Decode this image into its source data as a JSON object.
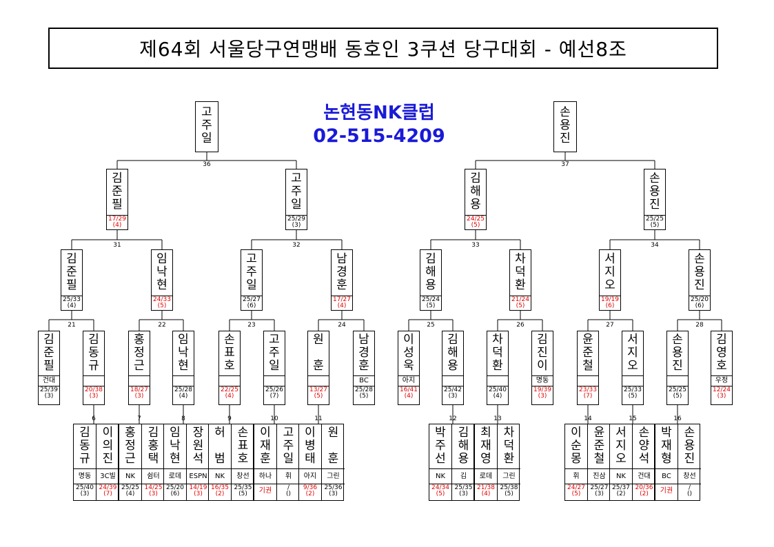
{
  "title": "제64회 서울당구연맹배 동호인 3쿠션 당구대회 - 예선8조",
  "club": {
    "name": "논현동NK클럽",
    "phone": "02-515-4209"
  },
  "match_numbers": [
    "36",
    "37",
    "31",
    "32",
    "33",
    "34",
    "21",
    "22",
    "23",
    "24",
    "25",
    "26",
    "27",
    "28",
    "6",
    "7",
    "8",
    "9",
    "10",
    "11",
    "12",
    "13",
    "14",
    "15",
    "16"
  ],
  "finals": [
    {
      "name": "고주일"
    },
    {
      "name": "손용진"
    }
  ],
  "semis": [
    {
      "name": "김준필",
      "score": "17/29",
      "rank": "(4)",
      "red": true
    },
    {
      "name": "고주일",
      "score": "25/29",
      "rank": "(3)",
      "red": false
    },
    {
      "name": "김해용",
      "score": "24/25",
      "rank": "(5)",
      "red": true
    },
    {
      "name": "손용진",
      "score": "25/25",
      "rank": "(5)",
      "red": false
    }
  ],
  "quarters": [
    {
      "name": "김준필",
      "score": "25/33",
      "rank": "(4)",
      "red": false
    },
    {
      "name": "임낙현",
      "score": "24/33",
      "rank": "(5)",
      "red": true
    },
    {
      "name": "고주일",
      "score": "25/27",
      "rank": "(6)",
      "red": false
    },
    {
      "name": "남경훈",
      "score": "17/27",
      "rank": "(4)",
      "red": true
    },
    {
      "name": "김해용",
      "score": "25/24",
      "rank": "(5)",
      "red": false
    },
    {
      "name": "차덕환",
      "score": "21/24",
      "rank": "(5)",
      "red": true
    },
    {
      "name": "서지오",
      "score": "19/19",
      "rank": "(6)",
      "red": true
    },
    {
      "name": "손용진",
      "score": "25/20",
      "rank": "(6)",
      "red": false
    }
  ],
  "round16": [
    {
      "name": "김준필",
      "club": "건대",
      "score": "25/39",
      "rank": "(3)",
      "red": false
    },
    {
      "name": "김동규",
      "club": "",
      "score": "20/38",
      "rank": "(3)",
      "red": true
    },
    {
      "name": "홍정근",
      "club": "",
      "score": "18/27",
      "rank": "(3)",
      "red": true
    },
    {
      "name": "임낙현",
      "club": "",
      "score": "25/28",
      "rank": "(4)",
      "red": false
    },
    {
      "name": "손표호",
      "club": "",
      "score": "22/25",
      "rank": "(4)",
      "red": true
    },
    {
      "name": "고주일",
      "club": "",
      "score": "25/26",
      "rank": "(7)",
      "red": false
    },
    {
      "name": "원 훈",
      "club": "",
      "score": "13/27",
      "rank": "(5)",
      "red": true
    },
    {
      "name": "남경훈",
      "club": "BC",
      "score": "25/28",
      "rank": "(5)",
      "red": false
    },
    {
      "name": "이성욱",
      "club": "아지",
      "score": "16/41",
      "rank": "(4)",
      "red": true
    },
    {
      "name": "김해용",
      "club": "",
      "score": "25/42",
      "rank": "(3)",
      "red": false
    },
    {
      "name": "차덕환",
      "club": "",
      "score": "25/40",
      "rank": "(4)",
      "red": false
    },
    {
      "name": "김진이",
      "club": "명동",
      "score": "19/39",
      "rank": "(3)",
      "red": true
    },
    {
      "name": "윤준철",
      "club": "",
      "score": "23/33",
      "rank": "(7)",
      "red": true
    },
    {
      "name": "서지오",
      "club": "",
      "score": "25/33",
      "rank": "(5)",
      "red": false
    },
    {
      "name": "손용진",
      "club": "",
      "score": "25/25",
      "rank": "(5)",
      "red": false
    },
    {
      "name": "김영호",
      "club": "우정",
      "score": "12/24",
      "rank": "(3)",
      "red": true
    }
  ],
  "first_round": [
    {
      "players": [
        {
          "name": "김동규",
          "club": "명동",
          "score": "25/40",
          "rank": "(3)",
          "red": false
        },
        {
          "name": "이의진",
          "club": "3C빌",
          "score": "24/39",
          "rank": "(7)",
          "red": true
        }
      ]
    },
    {
      "players": [
        {
          "name": "홍정근",
          "club": "NK",
          "score": "25/25",
          "rank": "(4)",
          "red": false
        },
        {
          "name": "김홍택",
          "club": "쉼터",
          "score": "14/25",
          "rank": "(3)",
          "red": true
        }
      ]
    },
    {
      "players": [
        {
          "name": "임낙현",
          "club": "로데",
          "score": "25/20",
          "rank": "(6)",
          "red": false
        },
        {
          "name": "장원석",
          "club": "ESPN",
          "score": "14/19",
          "rank": "(3)",
          "red": true
        }
      ]
    },
    {
      "players": [
        {
          "name": "허 범",
          "club": "NK",
          "score": "16/35",
          "rank": "(2)",
          "red": true
        },
        {
          "name": "손표호",
          "club": "창선",
          "score": "25/35",
          "rank": "(5)",
          "red": false
        }
      ]
    },
    {
      "players": [
        {
          "name": "이재훈",
          "club": "하나",
          "score": "기권",
          "rank": "",
          "red": true
        },
        {
          "name": "고주일",
          "club": "휘",
          "score": "/",
          "rank": "()",
          "red": false
        }
      ]
    },
    {
      "players": [
        {
          "name": "이병태",
          "club": "아지",
          "score": "9/36",
          "rank": "(2)",
          "red": true
        },
        {
          "name": "원 훈",
          "club": "그린",
          "score": "25/36",
          "rank": "(3)",
          "red": false
        }
      ]
    },
    {
      "players": [
        {
          "name": "박주선",
          "club": "NK",
          "score": "24/34",
          "rank": "(5)",
          "red": true
        },
        {
          "name": "김해용",
          "club": "김",
          "score": "25/35",
          "rank": "(3)",
          "red": false
        }
      ]
    },
    {
      "players": [
        {
          "name": "최재영",
          "club": "로데",
          "score": "21/38",
          "rank": "(4)",
          "red": true
        },
        {
          "name": "차덕환",
          "club": "그린",
          "score": "25/38",
          "rank": "(5)",
          "red": false
        }
      ]
    },
    {
      "players": [
        {
          "name": "이순몽",
          "club": "휘",
          "score": "24/27",
          "rank": "(5)",
          "red": true
        },
        {
          "name": "윤준철",
          "club": "진삼",
          "score": "25/27",
          "rank": "(3)",
          "red": false
        }
      ]
    },
    {
      "players": [
        {
          "name": "서지오",
          "club": "NK",
          "score": "25/37",
          "rank": "(2)",
          "red": false
        },
        {
          "name": "손양석",
          "club": "건대",
          "score": "20/36",
          "rank": "(2)",
          "red": true
        }
      ]
    },
    {
      "players": [
        {
          "name": "박재형",
          "club": "BC",
          "score": "기권",
          "rank": "",
          "red": true
        },
        {
          "name": "손용진",
          "club": "창선",
          "score": "/",
          "rank": "()",
          "red": false
        }
      ]
    }
  ]
}
